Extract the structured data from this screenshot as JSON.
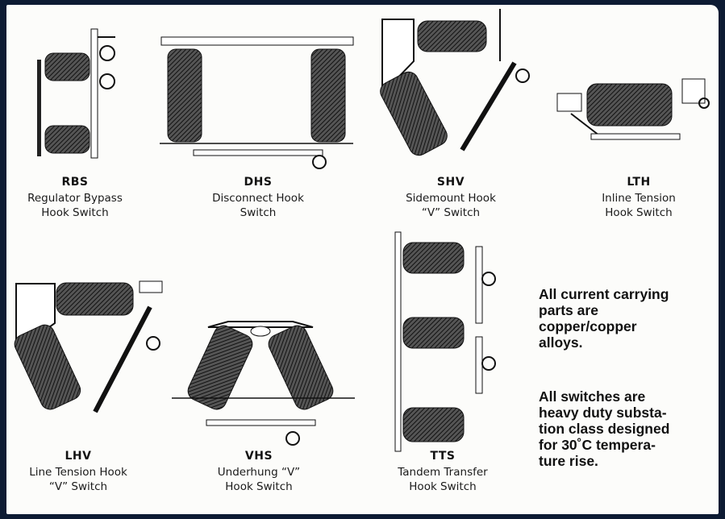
{
  "items": [
    {
      "code": "RBS",
      "desc": "Regulator Bypass\nHook Switch"
    },
    {
      "code": "DHS",
      "desc": "Disconnect Hook\nSwitch"
    },
    {
      "code": "SHV",
      "desc": "Sidemount Hook\n“V” Switch"
    },
    {
      "code": "LTH",
      "desc": "Inline Tension\nHook Switch"
    },
    {
      "code": "LHV",
      "desc": "Line Tension Hook\n“V” Switch"
    },
    {
      "code": "VHS",
      "desc": "Underhung “V”\nHook Switch"
    },
    {
      "code": "TTS",
      "desc": "Tandem Transfer\nHook Switch"
    }
  ],
  "notes": {
    "note1": "All current carrying\nparts are\ncopper/copper\nalloys.",
    "note2": "All switches are\nheavy duty substa-\ntion class designed\nfor 30˚C tempera-\nture rise."
  },
  "colors": {
    "background": "#0d1b33",
    "sheet": "#fcfcfa",
    "ink": "#1a1a1a"
  }
}
